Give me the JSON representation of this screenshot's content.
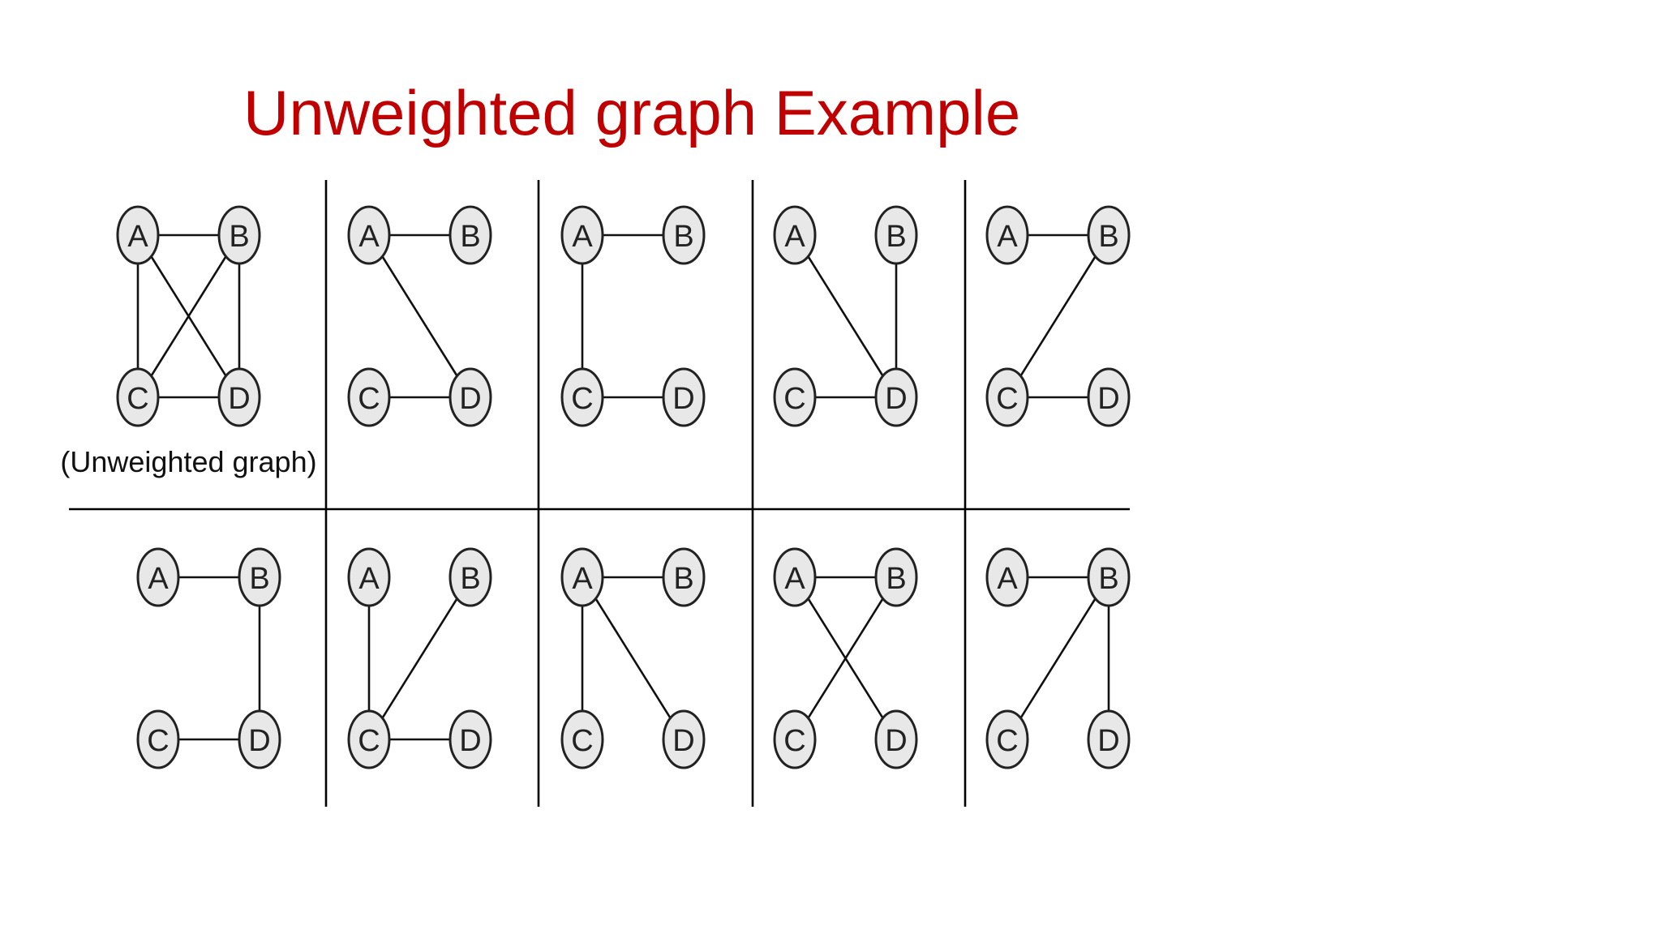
{
  "title": "Unweighted graph Example",
  "caption": "(Unweighted graph)",
  "node_labels": [
    "A",
    "B",
    "C",
    "D"
  ],
  "graphs": [
    {
      "edges": [
        [
          "A",
          "B"
        ],
        [
          "A",
          "C"
        ],
        [
          "A",
          "D"
        ],
        [
          "B",
          "C"
        ],
        [
          "B",
          "D"
        ],
        [
          "C",
          "D"
        ]
      ],
      "caption": true
    },
    {
      "edges": [
        [
          "A",
          "B"
        ],
        [
          "A",
          "D"
        ],
        [
          "C",
          "D"
        ]
      ]
    },
    {
      "edges": [
        [
          "A",
          "B"
        ],
        [
          "A",
          "C"
        ],
        [
          "C",
          "D"
        ]
      ]
    },
    {
      "edges": [
        [
          "A",
          "D"
        ],
        [
          "B",
          "D"
        ],
        [
          "C",
          "D"
        ]
      ]
    },
    {
      "edges": [
        [
          "A",
          "B"
        ],
        [
          "B",
          "C"
        ],
        [
          "C",
          "D"
        ]
      ]
    },
    {
      "edges": [
        [
          "A",
          "B"
        ],
        [
          "B",
          "D"
        ],
        [
          "C",
          "D"
        ]
      ]
    },
    {
      "edges": [
        [
          "A",
          "C"
        ],
        [
          "B",
          "C"
        ],
        [
          "C",
          "D"
        ]
      ]
    },
    {
      "edges": [
        [
          "A",
          "B"
        ],
        [
          "A",
          "C"
        ],
        [
          "A",
          "D"
        ]
      ]
    },
    {
      "edges": [
        [
          "A",
          "B"
        ],
        [
          "A",
          "D"
        ],
        [
          "B",
          "C"
        ]
      ]
    },
    {
      "edges": [
        [
          "A",
          "B"
        ],
        [
          "B",
          "C"
        ],
        [
          "B",
          "D"
        ]
      ]
    }
  ]
}
